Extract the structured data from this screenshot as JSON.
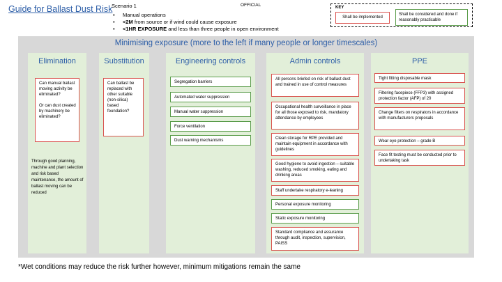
{
  "header": {
    "title": "Guide for Ballast Dust Risk",
    "classification": "OFFICIAL",
    "scenario": {
      "label": "Scenario 1",
      "items": [
        {
          "bold": "",
          "text": "Manual operations"
        },
        {
          "bold": "<2M",
          "text": " from source or if wind could cause exposure"
        },
        {
          "bold": "<1HR EXPOSURE",
          "text": " and less than three people in open environment"
        }
      ]
    }
  },
  "key": {
    "title": "KEY",
    "red_label": "Shall be implemented",
    "green_label": "Shall be considered and done if reasonably practicable",
    "red_color": "#d9534f",
    "green_color": "#5a9c4a"
  },
  "banner": "Minimising exposure (more to the left if many people or longer timescales)",
  "columns": {
    "elimination": {
      "heading": "Elimination",
      "box": "Can manual ballast moving activity be eliminated?\n\nOr can dust created by machinery be eliminated?",
      "note": "Through good planning, machine and plant selection and risk based maintenance, the amount of ballast moving can be reduced"
    },
    "substitution": {
      "heading": "Substitution",
      "box": "Can ballast be replaced with other suitable (non-silica) based foundation?"
    },
    "engineering": {
      "heading": "Engineering controls",
      "items": [
        "Segregation barriers",
        "Automated water suppression",
        "Manual water suppression",
        "Force ventilation",
        "Dust warning mechanisms"
      ]
    },
    "admin": {
      "heading": "Admin controls",
      "items": [
        "All persons briefed on risk of ballast dust and trained in use of control measures",
        "Occupational health surveillance in place for all those exposed to risk, mandatory attendance by employees",
        "Clean storage for RPE provided and maintain equipment in accordance with guidelines",
        "Good hygiene to avoid ingestion – suitable washing, reduced smoking, eating and drinking areas",
        "Staff undertake respiratory e-leaning",
        "Personal exposure monitoring",
        "Static exposure monitoring",
        "Standard compliance and assurance through audit, inspection, supervision, PAISS"
      ]
    },
    "ppe": {
      "heading": "PPE",
      "items": [
        "Tight fitting disposable mask",
        "Filtering facepiece (FFP3) with assigned protection factor (AFP)  of 20",
        "Change filters on respirators in accordance with manufacturers proposals",
        "Wear eye protection – grade B",
        "Face fit testing must  be conducted prior to undertaking task"
      ]
    }
  },
  "footnote": "*Wet conditions may reduce the risk further however, minimum mitigations remain the same"
}
